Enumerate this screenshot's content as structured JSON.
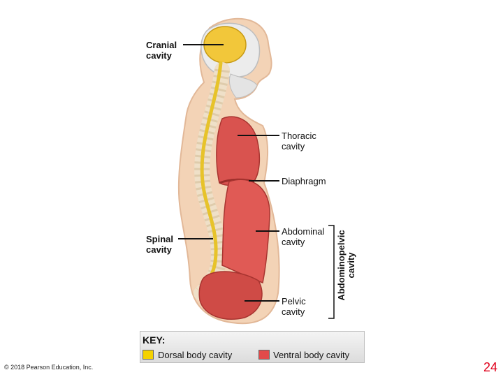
{
  "labels": {
    "cranial": "Cranial\ncavity",
    "thoracic": "Thoracic\ncavity",
    "diaphragm": "Diaphragm",
    "spinal": "Spinal\ncavity",
    "abdominal": "Abdominal\ncavity",
    "pelvic": "Pelvic\ncavity",
    "abdominopelvic": "Abdominopelvic\ncavity"
  },
  "key": {
    "title": "KEY:",
    "dorsal_label": "Dorsal body cavity",
    "ventral_label": "Ventral body cavity",
    "dorsal_color": "#f5d200",
    "ventral_color": "#e24a4a"
  },
  "footer": {
    "copyright": "© 2018 Pearson Education, Inc.",
    "page_number": "24"
  }
}
